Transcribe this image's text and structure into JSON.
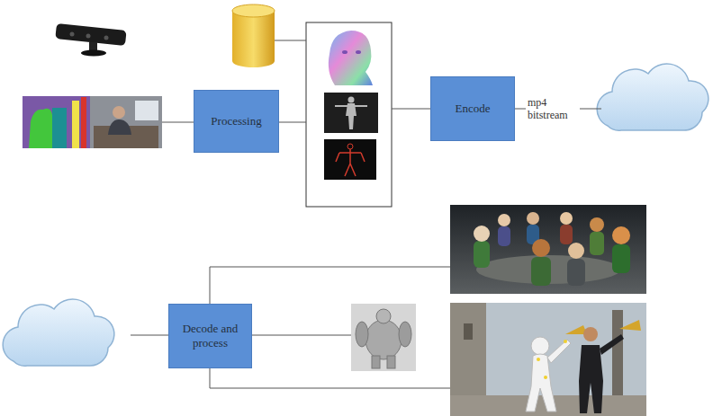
{
  "diagram": {
    "nodes": [
      {
        "text": [
          "Processing"
        ]
      },
      {
        "text": [
          "Encode"
        ]
      },
      {
        "text": [
          "Decode and process"
        ]
      }
    ],
    "labels": [
      "mp4 bitstream"
    ]
  }
}
